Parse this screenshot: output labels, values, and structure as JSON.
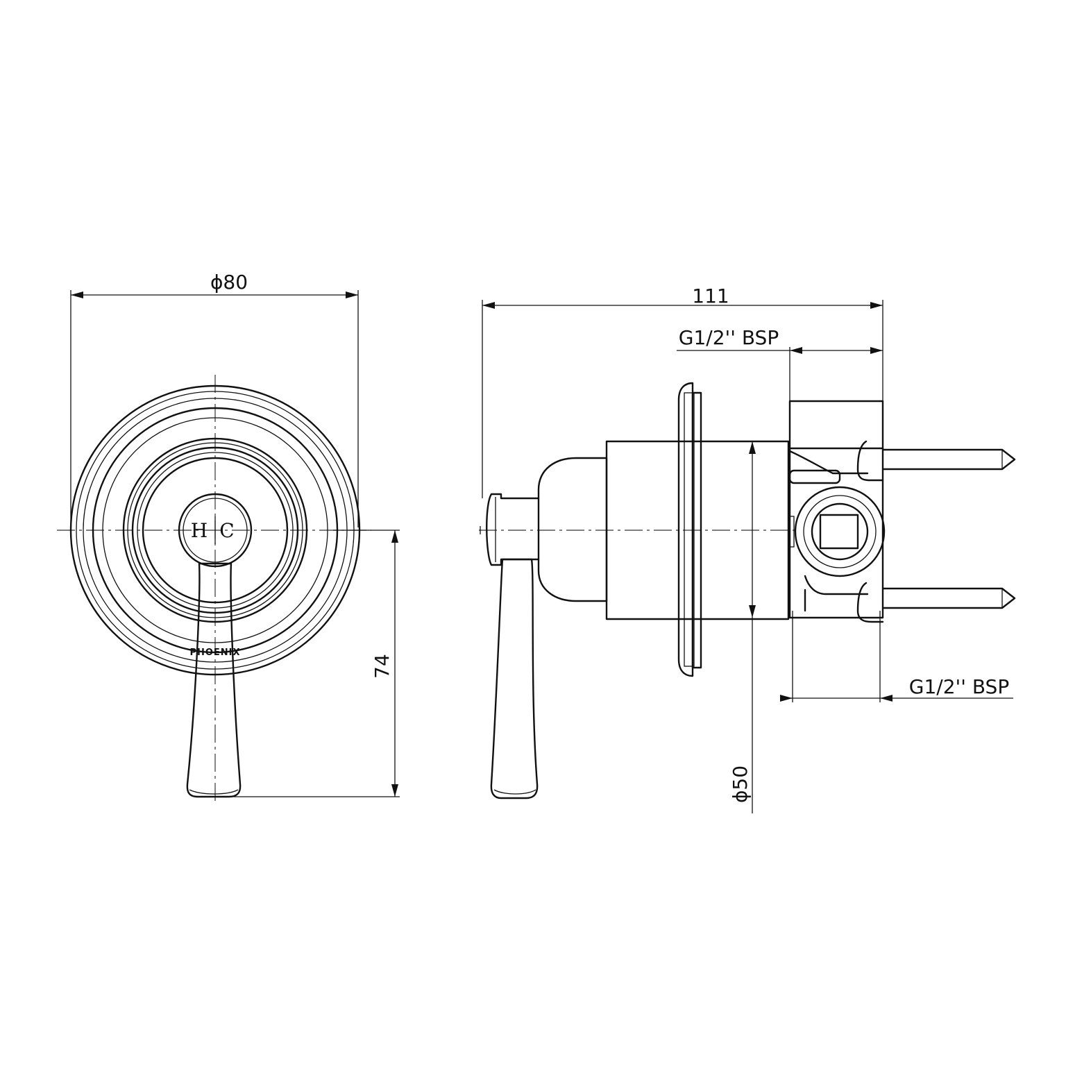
{
  "front_view": {
    "diameter_label": "ϕ80",
    "height_label": "74",
    "hot_label": "H",
    "cold_label": "C",
    "brand_text": "PHOENIX"
  },
  "side_view": {
    "length_label": "111",
    "inlet_top_label": "G1/2'' BSP",
    "inlet_bottom_label": "G1/2'' BSP",
    "body_diameter_label": "ϕ50"
  }
}
